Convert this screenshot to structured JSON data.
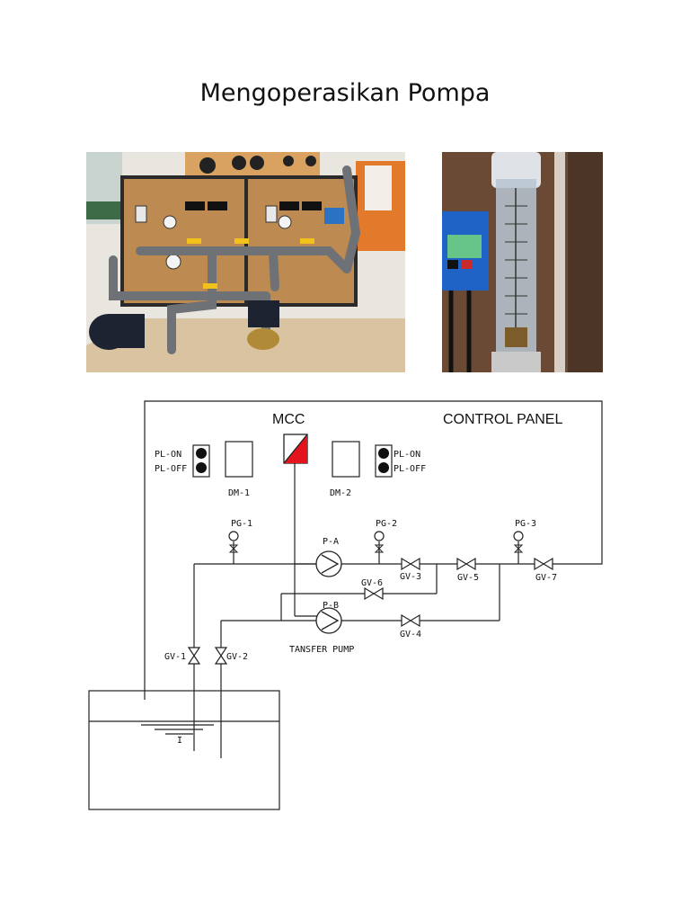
{
  "title": "Mengoperasikan Pompa",
  "photos": [
    {
      "name": "pump-trainer-photo",
      "icon": "pump-rig-photo"
    },
    {
      "name": "flowmeter-photo",
      "icon": "rotameter-photo"
    }
  ],
  "diagram": {
    "mcc_label": "MCC",
    "panel_label": "CONTROL PANEL",
    "left_lamps": {
      "on": "PL-ON",
      "off": "PL-OFF"
    },
    "right_lamps": {
      "on": "PL-ON",
      "off": "PL-OFF"
    },
    "dm1": "DM-1",
    "dm2": "DM-2",
    "pg1": "PG-1",
    "pg2": "PG-2",
    "pg3": "PG-3",
    "pa": "P-A",
    "pb": "P-B",
    "gv1": "GV-1",
    "gv2": "GV-2",
    "gv3": "GV-3",
    "gv4": "GV-4",
    "gv5": "GV-5",
    "gv6": "GV-6",
    "gv7": "GV-7",
    "pump_caption": "TANSFER PUMP",
    "tank_mark": "I",
    "colors": {
      "mcc_red": "#e3141b",
      "line": "#222222"
    }
  }
}
